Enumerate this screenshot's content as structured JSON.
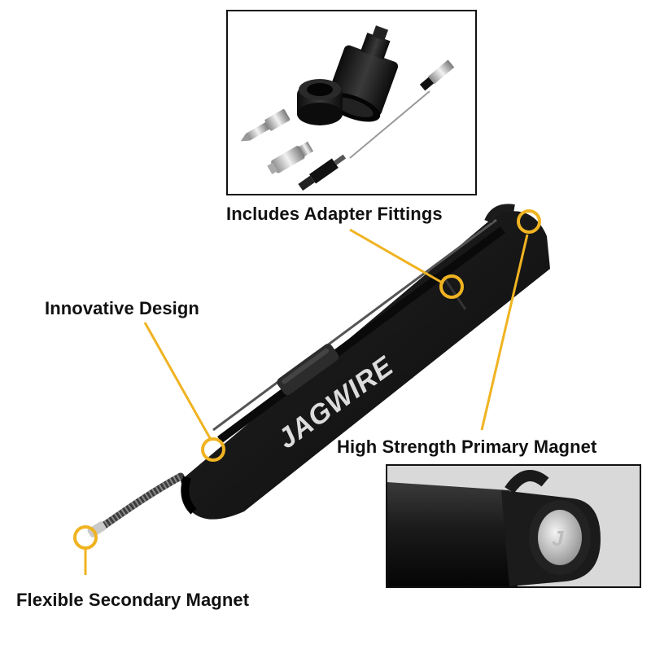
{
  "labels": {
    "adapter": "Includes Adapter Fittings",
    "innovative": "Innovative Design",
    "primary_magnet": "High Strength Primary Magnet",
    "secondary_magnet": "Flexible Secondary Magnet"
  },
  "brand_text": "JAGWIRE",
  "colors": {
    "callout": "#f0b321",
    "tool_body": "#1a1a1a",
    "text": "#111111"
  }
}
